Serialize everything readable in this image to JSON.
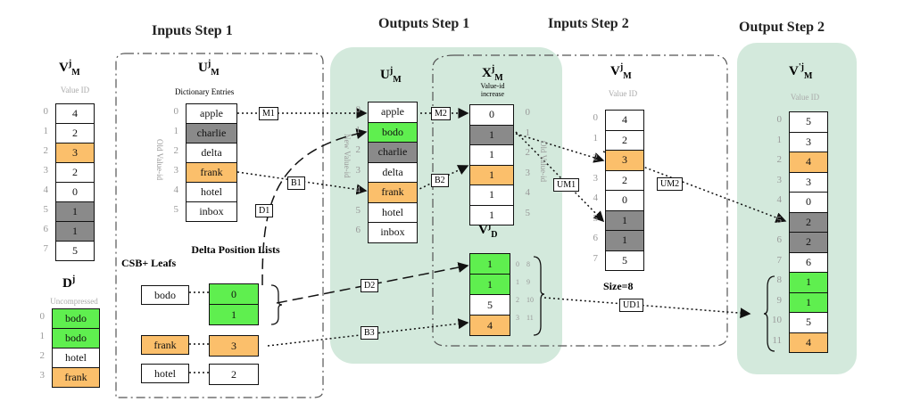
{
  "headings": {
    "inputs_step1": "Inputs Step 1",
    "outputs_step1": "Outputs Step 1",
    "inputs_step2": "Inputs Step 2",
    "output_step2": "Output Step 2"
  },
  "vm_left": {
    "title": "V",
    "sub_label": "Value ID",
    "indices": [
      "0",
      "1",
      "2",
      "3",
      "4",
      "5",
      "6",
      "7"
    ],
    "values": [
      "4",
      "2",
      "3",
      "2",
      "0",
      "1",
      "1",
      "5"
    ],
    "colors": [
      "w",
      "w",
      "o",
      "w",
      "w",
      "g",
      "g",
      "w"
    ]
  },
  "dj": {
    "title": "D",
    "sub_label": "Uncompressed",
    "indices": [
      "0",
      "1",
      "2",
      "3"
    ],
    "values": [
      "bodo",
      "bodo",
      "hotel",
      "frank"
    ],
    "colors": [
      "gr",
      "gr",
      "w",
      "o"
    ]
  },
  "um_in": {
    "title": "U",
    "sub_label": "Dictionary Entries",
    "side_label": "Old Value-id",
    "indices": [
      "0",
      "1",
      "2",
      "3",
      "4",
      "5"
    ],
    "values": [
      "apple",
      "charlie",
      "delta",
      "frank",
      "hotel",
      "inbox"
    ],
    "colors": [
      "w",
      "g",
      "w",
      "o",
      "w",
      "w"
    ]
  },
  "csb": {
    "title": "CSB+ Leafs",
    "delta_title": "Delta Position Lists",
    "leafs": [
      "bodo",
      "frank",
      "hotel"
    ],
    "positions": [
      [
        "0",
        "1"
      ],
      [
        "3"
      ],
      [
        "2"
      ]
    ],
    "pos_colors": [
      [
        "gr",
        "gr"
      ],
      [
        "o"
      ],
      [
        "w"
      ]
    ]
  },
  "um_out": {
    "title": "U",
    "side_label": "New Value-id",
    "indices": [
      "0",
      "1",
      "2",
      "3",
      "4",
      "5",
      "6"
    ],
    "values": [
      "apple",
      "bodo",
      "charlie",
      "delta",
      "frank",
      "hotel",
      "inbox"
    ],
    "colors": [
      "w",
      "gr",
      "g",
      "w",
      "o",
      "w",
      "w"
    ]
  },
  "xm": {
    "title": "X",
    "sub_label": "Value-id increase",
    "side_label": "Old Value-id",
    "indices": [
      "0",
      "1",
      "2",
      "3",
      "4",
      "5"
    ],
    "values": [
      "0",
      "1",
      "1",
      "1",
      "1",
      "1"
    ],
    "colors": [
      "w",
      "g",
      "w",
      "o",
      "w",
      "w"
    ]
  },
  "vd": {
    "title": "V",
    "indices": [
      "0",
      "1",
      "2",
      "3"
    ],
    "right_indices": [
      "8",
      "9",
      "10",
      "11"
    ],
    "values": [
      "1",
      "1",
      "5",
      "4"
    ],
    "colors": [
      "gr",
      "gr",
      "w",
      "o"
    ]
  },
  "vm_in2": {
    "title": "V",
    "sub_label": "Value ID",
    "indices": [
      "0",
      "1",
      "2",
      "3",
      "4",
      "5",
      "6",
      "7"
    ],
    "values": [
      "4",
      "2",
      "3",
      "2",
      "0",
      "1",
      "1",
      "5"
    ],
    "colors": [
      "w",
      "w",
      "o",
      "w",
      "w",
      "g",
      "g",
      "w"
    ],
    "size_label": "Size=8"
  },
  "vm_out": {
    "title": "V",
    "sub_label": "Value ID",
    "indices": [
      "0",
      "1",
      "2",
      "3",
      "4",
      "5",
      "6",
      "7",
      "8",
      "9",
      "10",
      "11"
    ],
    "values": [
      "5",
      "3",
      "4",
      "3",
      "0",
      "2",
      "2",
      "6",
      "1",
      "1",
      "5",
      "4"
    ],
    "colors": [
      "w",
      "w",
      "o",
      "w",
      "w",
      "g",
      "g",
      "w",
      "gr",
      "gr",
      "w",
      "o"
    ]
  },
  "arrow_labels": [
    "M1",
    "M2",
    "B1",
    "B2",
    "D1",
    "D2",
    "B3",
    "UM1",
    "UM2",
    "UD1"
  ],
  "colors": {
    "w": "#ffffff",
    "g": "#8a8a8a",
    "o": "#fbbf6b",
    "gr": "#5fef4f",
    "panel": "#d3e9dc"
  }
}
